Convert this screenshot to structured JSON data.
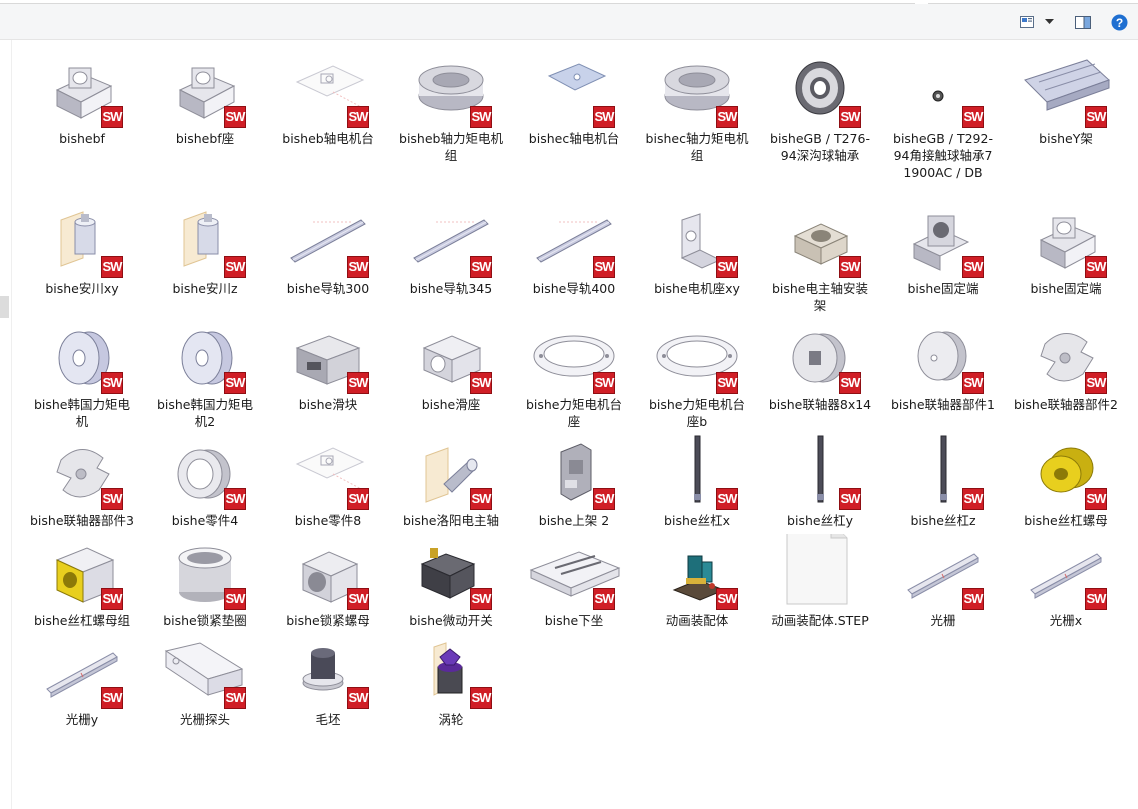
{
  "toolbar": {
    "view_icon": "view-mode-icon",
    "dropdown_icon": "chevron-down-icon",
    "pane_icon": "preview-pane-icon",
    "help_icon": "help-icon",
    "help_glyph": "?"
  },
  "badge_text": "SW",
  "items": [
    {
      "label": "bishebf",
      "icon": "bearing-block-icon"
    },
    {
      "label": "bishebf座",
      "icon": "bearing-block-icon"
    },
    {
      "label": "bisheb轴电机台",
      "icon": "drawing-sheet-icon"
    },
    {
      "label": "bisheb轴力矩电机组",
      "icon": "torque-motor-icon"
    },
    {
      "label": "bishec轴电机台",
      "icon": "plate-icon"
    },
    {
      "label": "bishec轴力矩电机组",
      "icon": "torque-motor-icon"
    },
    {
      "label": "bisheGB / T276-94深沟球轴承",
      "icon": "ball-bearing-icon"
    },
    {
      "label": "bisheGB / T292-94角接触球轴承71900AC / DB",
      "icon": "small-bearing-icon"
    },
    {
      "label": "bisheY架",
      "icon": "y-frame-icon"
    },
    {
      "label": "bishe安川xy",
      "icon": "servo-motor-icon"
    },
    {
      "label": "bishe安川z",
      "icon": "servo-motor-icon"
    },
    {
      "label": "bishe导轨300",
      "icon": "rail-icon"
    },
    {
      "label": "bishe导轨345",
      "icon": "rail-icon"
    },
    {
      "label": "bishe导轨400",
      "icon": "rail-icon"
    },
    {
      "label": "bishe电机座xy",
      "icon": "motor-mount-icon"
    },
    {
      "label": "bishe电主轴安装架",
      "icon": "spindle-mount-icon"
    },
    {
      "label": "bishe固定端",
      "icon": "fixed-end-icon"
    },
    {
      "label": "bishe固定端",
      "icon": "bearing-block-icon"
    },
    {
      "label": "bishe韩国力矩电机",
      "icon": "disc-motor-icon"
    },
    {
      "label": "bishe韩国力矩电机2",
      "icon": "disc-motor-icon"
    },
    {
      "label": "bishe滑块",
      "icon": "slider-icon"
    },
    {
      "label": "bishe滑座",
      "icon": "slide-seat-icon"
    },
    {
      "label": "bishe力矩电机台座",
      "icon": "ring-plate-icon"
    },
    {
      "label": "bishe力矩电机台座b",
      "icon": "ring-plate-icon"
    },
    {
      "label": "bishe联轴器8x14",
      "icon": "coupling-icon"
    },
    {
      "label": "bishe联轴器部件1",
      "icon": "disc-icon"
    },
    {
      "label": "bishe联轴器部件2",
      "icon": "jaw-icon"
    },
    {
      "label": "bishe联轴器部件3",
      "icon": "jaw-icon"
    },
    {
      "label": "bishe零件4",
      "icon": "ring-icon"
    },
    {
      "label": "bishe零件8",
      "icon": "drawing-sheet-icon"
    },
    {
      "label": "bishe洛阳电主轴",
      "icon": "spindle-icon"
    },
    {
      "label": "bishe上架 2",
      "icon": "upper-frame-icon"
    },
    {
      "label": "bishe丝杠x",
      "icon": "screw-icon"
    },
    {
      "label": "bishe丝杠y",
      "icon": "screw-icon"
    },
    {
      "label": "bishe丝杠z",
      "icon": "screw-icon"
    },
    {
      "label": "bishe丝杠螺母",
      "icon": "nut-flange-icon"
    },
    {
      "label": "bishe丝杠螺母组",
      "icon": "nut-block-icon"
    },
    {
      "label": "bishe锁紧垫圈",
      "icon": "washer-icon"
    },
    {
      "label": "bishe锁紧螺母",
      "icon": "lock-nut-icon"
    },
    {
      "label": "bishe微动开关",
      "icon": "micro-switch-icon"
    },
    {
      "label": "bishe下坐",
      "icon": "base-icon"
    },
    {
      "label": "动画装配体",
      "icon": "machine-assembly-icon"
    },
    {
      "label": "动画装配体.STEP",
      "icon": "blank-file-icon"
    },
    {
      "label": "光栅",
      "icon": "grating-icon"
    },
    {
      "label": "光栅x",
      "icon": "grating-icon"
    },
    {
      "label": "光栅y",
      "icon": "grating-icon"
    },
    {
      "label": "光栅探头",
      "icon": "probe-icon"
    },
    {
      "label": "毛坯",
      "icon": "blank-part-icon"
    },
    {
      "label": "涡轮",
      "icon": "turbine-icon"
    }
  ]
}
